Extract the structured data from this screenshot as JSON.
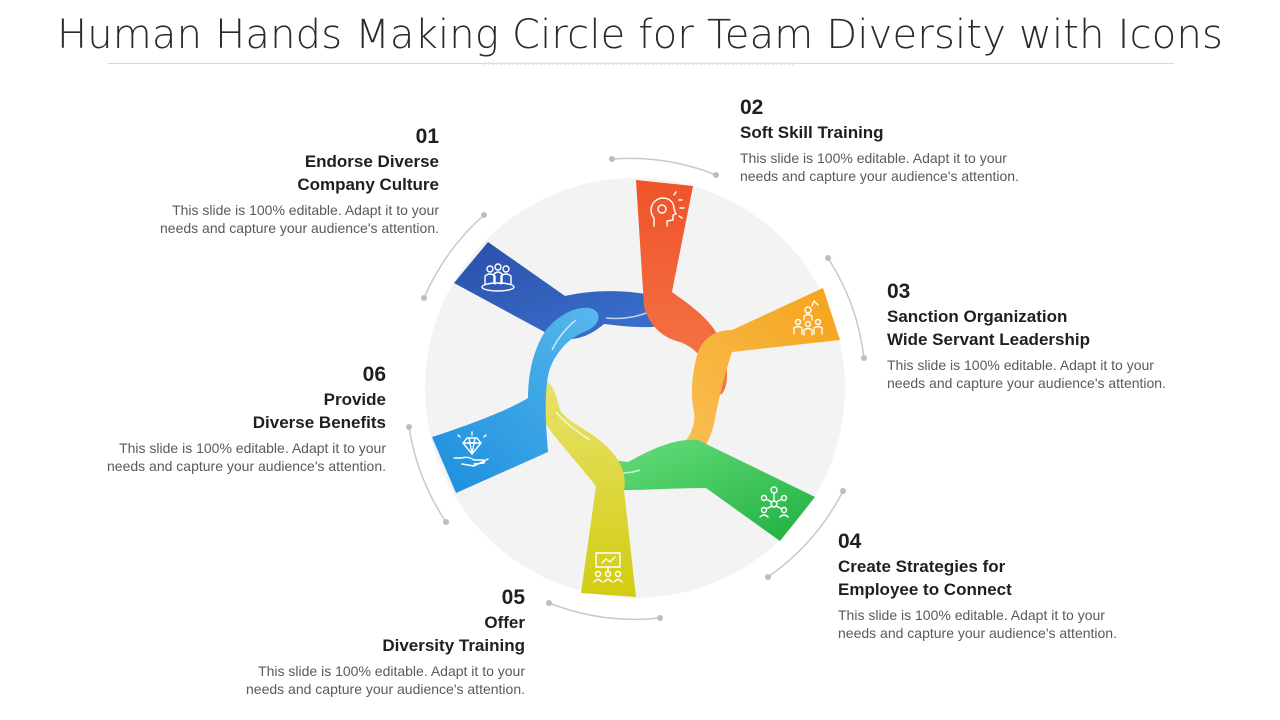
{
  "title": "Human Hands Making Circle for Team Diversity with Icons",
  "colors": {
    "blue_dark": "#2f5fb3",
    "orange_red": "#ef5a2a",
    "orange": "#f6a623",
    "green": "#2fc24a",
    "yellow": "#d9d320",
    "blue_light": "#1e9ae0",
    "disk": "#f3f3f3"
  },
  "items": [
    {
      "number": "01",
      "heading": "Endorse Diverse\nCompany Culture",
      "description": "This slide is 100% editable. Adapt it to your needs and capture your audience's attention.",
      "icon": "team-group-icon"
    },
    {
      "number": "02",
      "heading": "Soft Skill Training",
      "description": "This slide is 100% editable. Adapt it to your needs and capture your audience's attention.",
      "icon": "head-skills-icon"
    },
    {
      "number": "03",
      "heading": "Sanction Organization\nWide Servant Leadership",
      "description": "This slide is 100% editable. Adapt it to your needs and capture your audience's attention.",
      "icon": "leader-team-icon"
    },
    {
      "number": "04",
      "heading": "Create Strategies for\nEmployee to Connect",
      "description": "This slide is 100% editable. Adapt it to your needs and capture your audience's attention.",
      "icon": "network-people-icon"
    },
    {
      "number": "05",
      "heading": "Offer\nDiversity Training",
      "description": "This slide is 100% editable. Adapt it to your needs and capture your audience's attention.",
      "icon": "presentation-board-icon"
    },
    {
      "number": "06",
      "heading": "Provide\nDiverse Benefits",
      "description": "This slide is 100% editable. Adapt it to your needs and capture your audience's attention.",
      "icon": "hand-diamond-icon"
    }
  ]
}
